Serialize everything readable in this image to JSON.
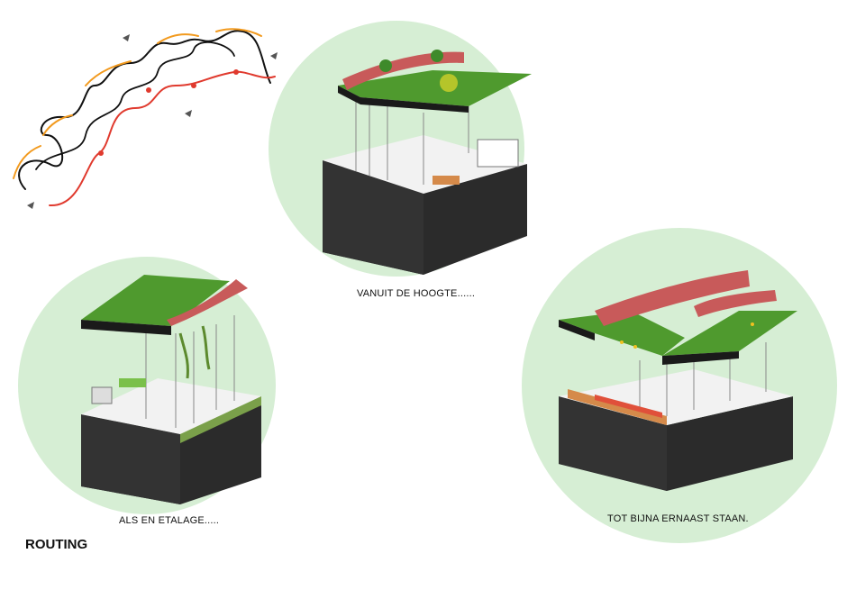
{
  "diagram": {
    "title": "ROUTING",
    "panels": [
      {
        "caption": "VANUIT DE HOOGTE......"
      },
      {
        "caption": "ALS EN ETALAGE....."
      },
      {
        "caption": "TOT BIJNA ERNAAST STAAN."
      }
    ]
  },
  "colors": {
    "circle_fill": "#d6eed4",
    "grass": "#4f9a2e",
    "soil": "#2b2b2b",
    "brick": "#c85a5a",
    "route_orange": "#f29a1e",
    "route_red": "#e03a2e",
    "route_black": "#111111"
  }
}
